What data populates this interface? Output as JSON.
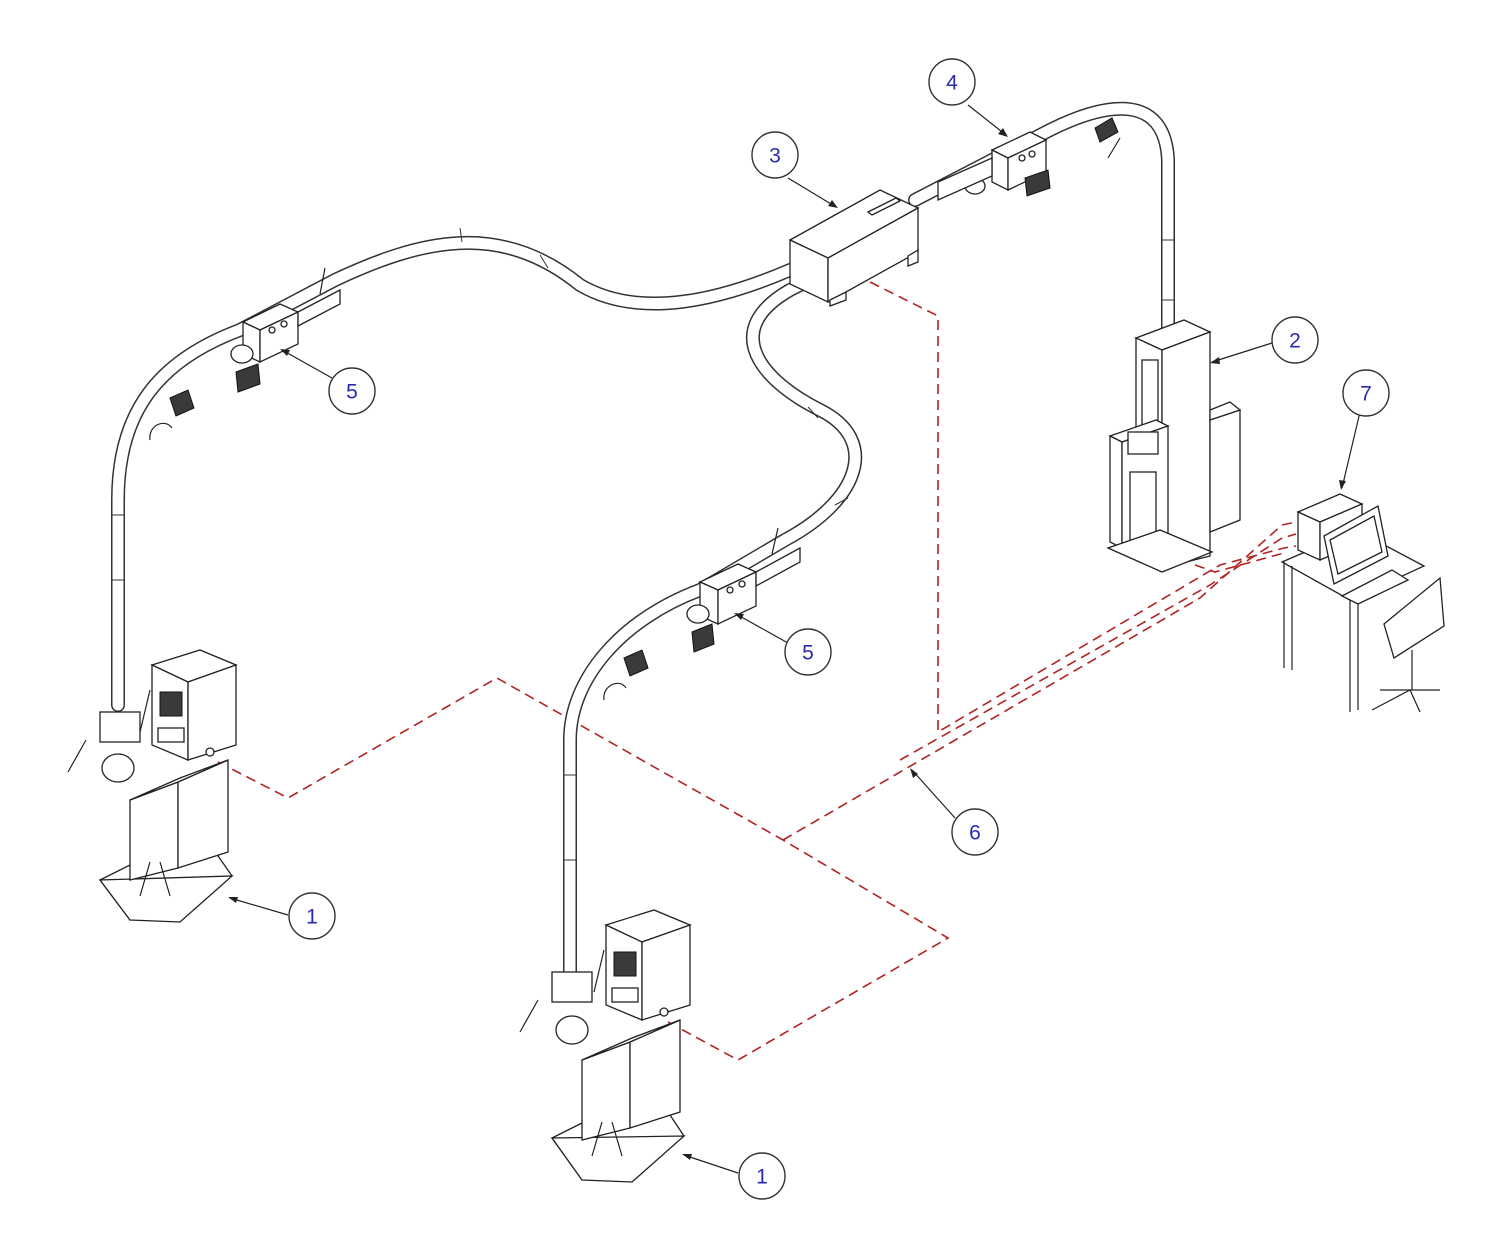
{
  "colors": {
    "balloon_text": "#2a2ab0",
    "network_line": "#b22222",
    "line_art": "#222222",
    "background": "#ffffff"
  },
  "callouts": [
    {
      "id": "1a",
      "label": "1"
    },
    {
      "id": "1b",
      "label": "1"
    },
    {
      "id": "2",
      "label": "2"
    },
    {
      "id": "3",
      "label": "3"
    },
    {
      "id": "4",
      "label": "4"
    },
    {
      "id": "5a",
      "label": "5"
    },
    {
      "id": "5b",
      "label": "5"
    },
    {
      "id": "6",
      "label": "6"
    },
    {
      "id": "7",
      "label": "7"
    }
  ]
}
